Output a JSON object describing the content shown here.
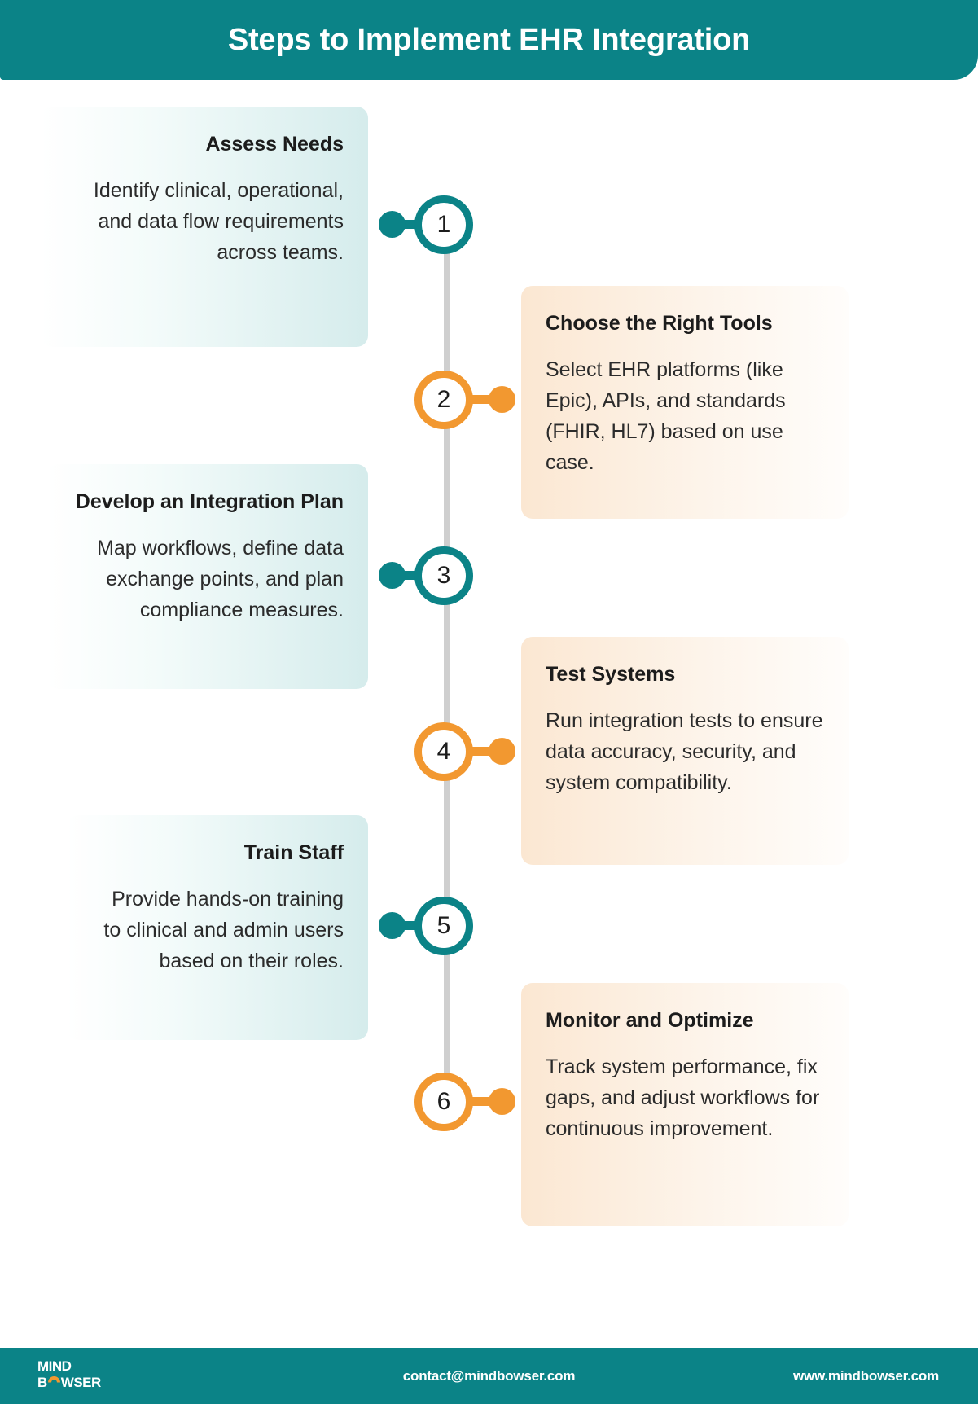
{
  "header": {
    "title": "Steps to Implement EHR Integration",
    "bg_color": "#0B8387"
  },
  "theme": {
    "teal": "#0B8387",
    "orange": "#F29830",
    "spine": "#cfcfcf",
    "text": "#1c1c1c"
  },
  "steps": [
    {
      "number": "1",
      "side": "left",
      "accent": "#0B8387",
      "title": "Assess Needs",
      "body": "Identify clinical, operational, and data flow requirements across teams."
    },
    {
      "number": "2",
      "side": "right",
      "accent": "#F29830",
      "title": "Choose the Right Tools",
      "body": "Select EHR platforms (like Epic), APIs, and standards (FHIR, HL7) based on use case."
    },
    {
      "number": "3",
      "side": "left",
      "accent": "#0B8387",
      "title": "Develop an Integration Plan",
      "body": "Map workflows, define data exchange points, and plan compliance measures."
    },
    {
      "number": "4",
      "side": "right",
      "accent": "#F29830",
      "title": "Test Systems",
      "body": "Run integration tests to ensure data accuracy, security, and system compatibility."
    },
    {
      "number": "5",
      "side": "left",
      "accent": "#0B8387",
      "title": "Train Staff",
      "body": "Provide hands-on training to clinical and admin users based on their roles."
    },
    {
      "number": "6",
      "side": "right",
      "accent": "#F29830",
      "title": "Monitor and Optimize",
      "body": "Track system performance, fix gaps, and adjust workflows for continuous improvement."
    }
  ],
  "footer": {
    "logo_line1": "MIND",
    "logo_line2_a": "B",
    "logo_line2_b": "WSER",
    "email": "contact@mindbowser.com",
    "website": "www.mindbowser.com",
    "bg_color": "#0B8387"
  }
}
